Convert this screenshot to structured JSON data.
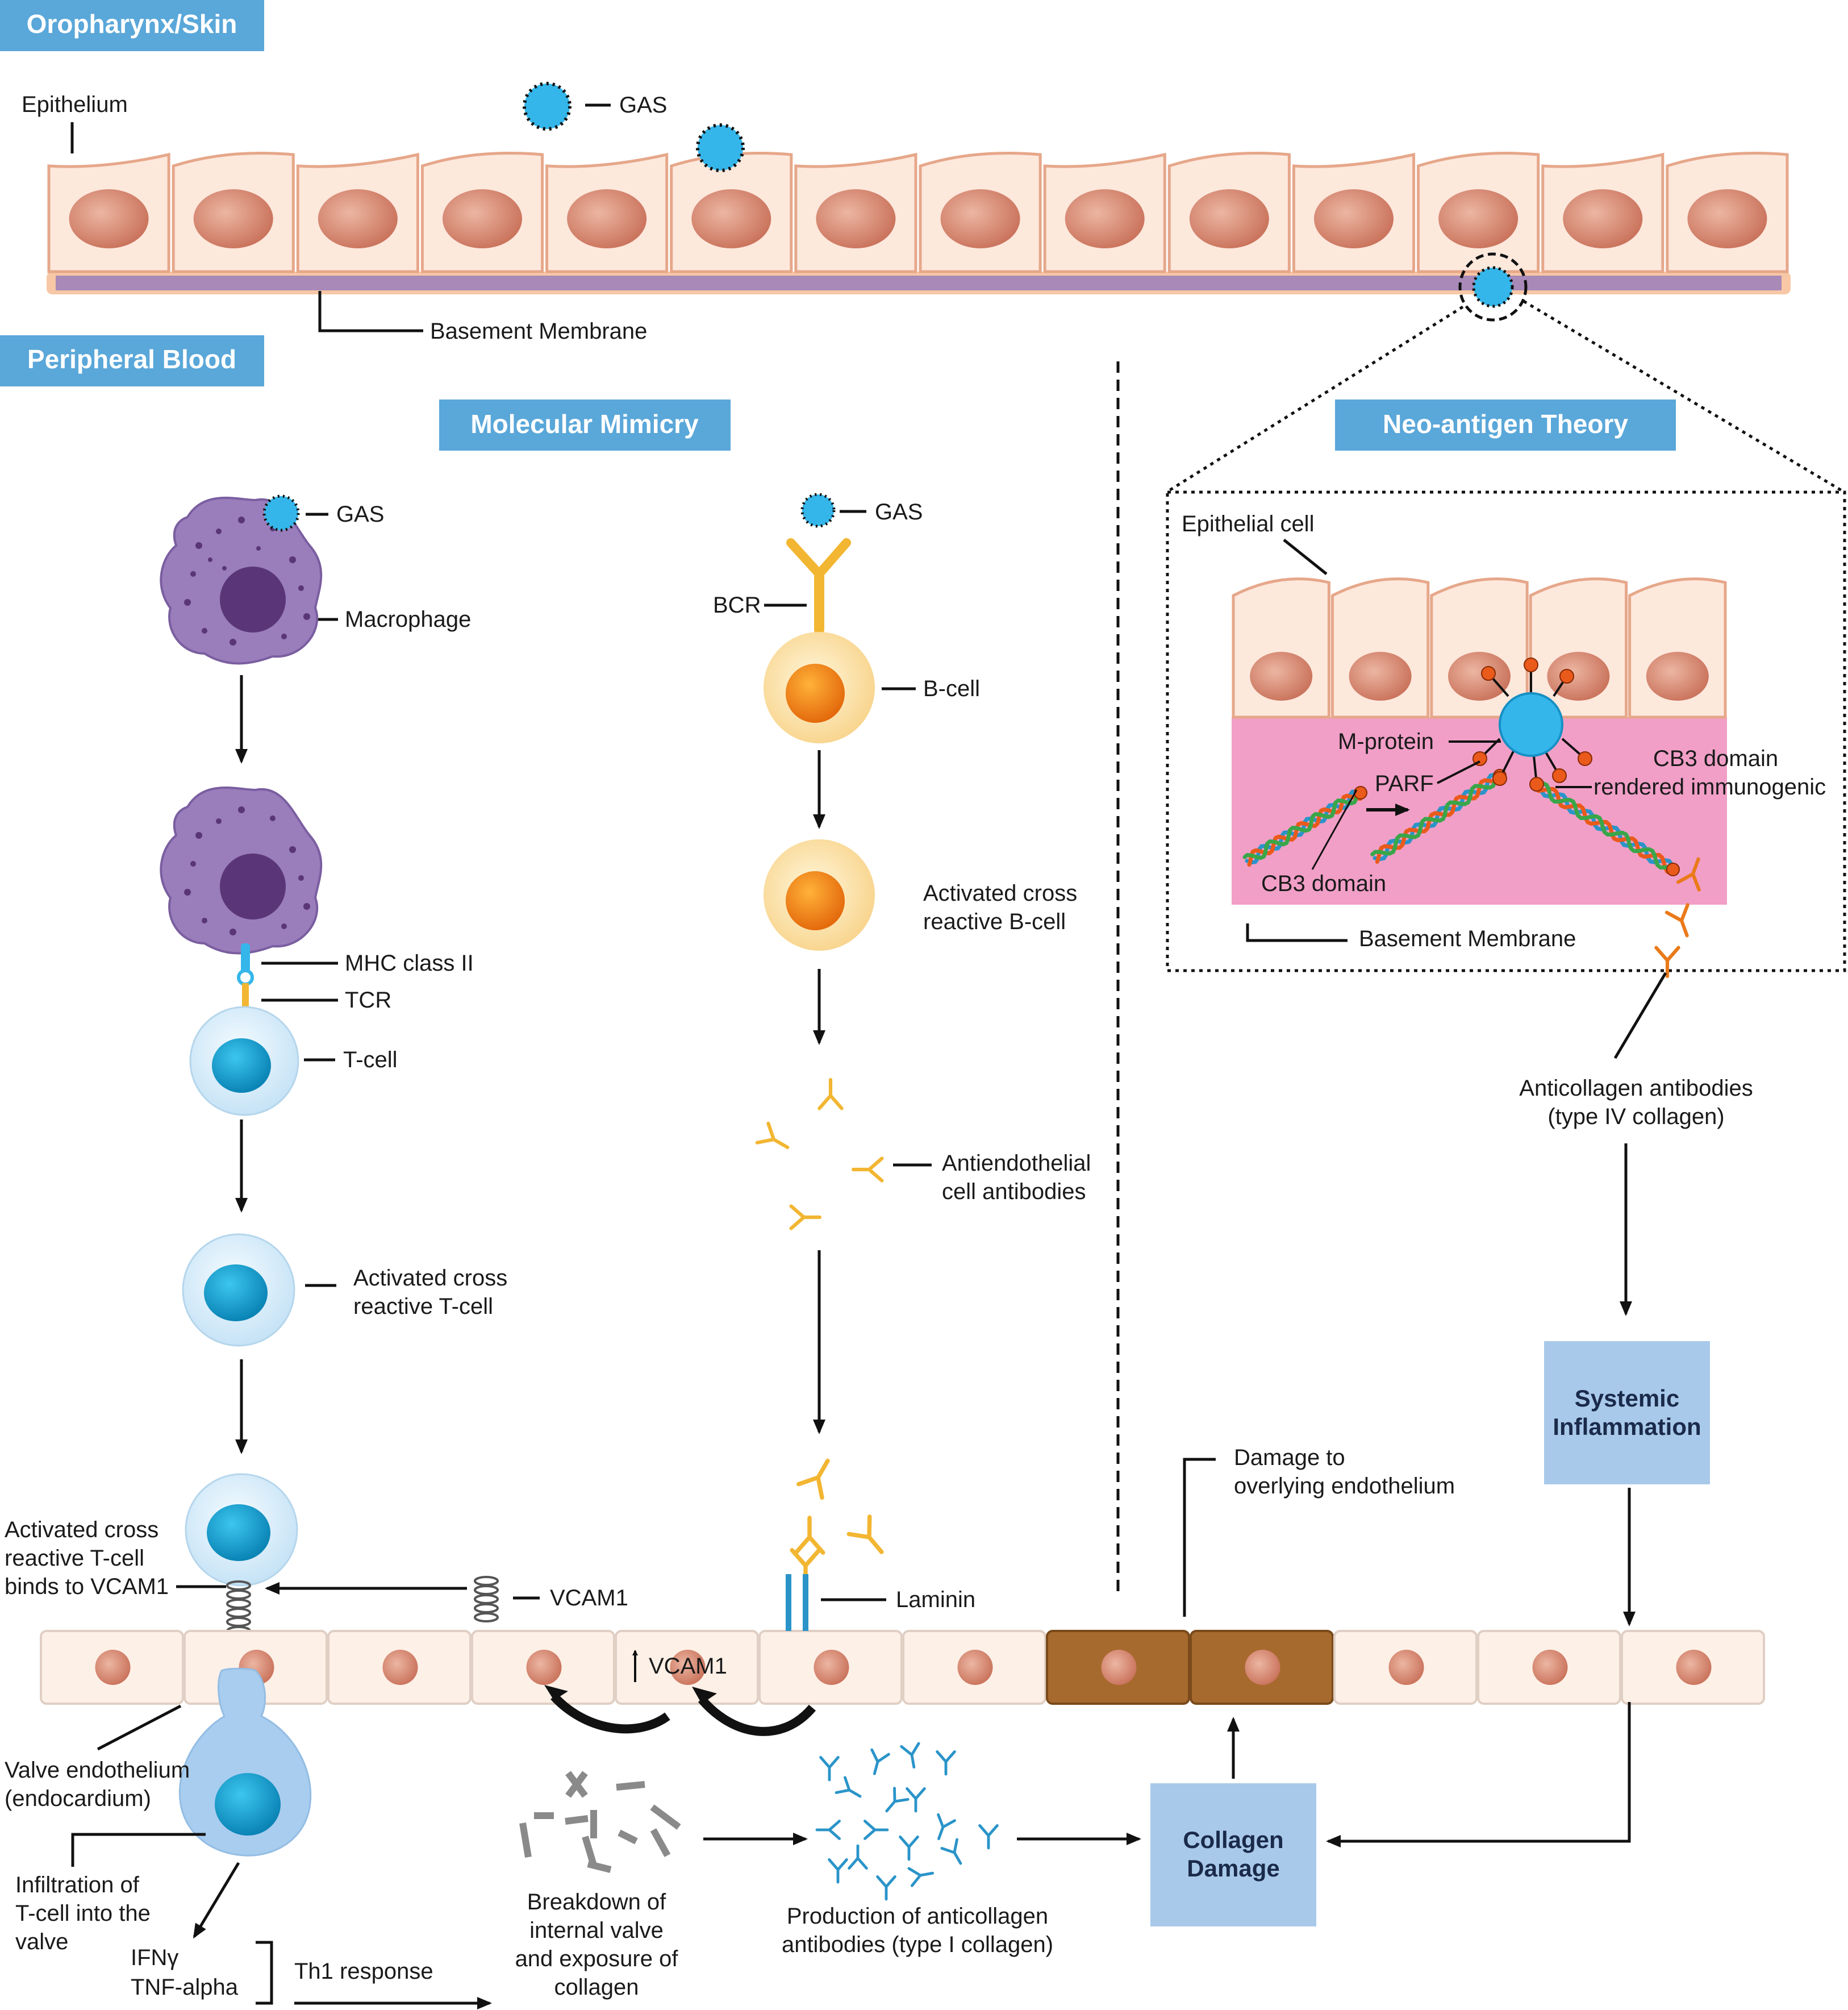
{
  "headers": {
    "oropharynx": "Oropharynx/Skin",
    "peripheral_blood": "Peripheral Blood",
    "molecular_mimicry": "Molecular Mimicry",
    "neo_antigen": "Neo-antigen Theory"
  },
  "top": {
    "epithelium": "Epithelium",
    "gas": "GAS",
    "basement_membrane": "Basement Membrane"
  },
  "left_path": {
    "gas": "GAS",
    "macrophage": "Macrophage",
    "mhc": "MHC class II",
    "tcr": "TCR",
    "tcell": "T-cell",
    "activated_t_1": "Activated cross",
    "activated_t_2": "reactive T-cell",
    "binds_1": "Activated cross",
    "binds_2": "reactive T-cell",
    "binds_3": "binds to VCAM1",
    "vcam1": "VCAM1",
    "vcam1_up": "VCAM1",
    "valve_1": "Valve endothelium",
    "valve_2": "(endocardium)",
    "infil_1": "Infiltration of",
    "infil_2": "T-cell into the",
    "infil_3": "valve",
    "ifn": "IFNγ",
    "tnf": "TNF-alpha",
    "th1": "Th1 response"
  },
  "middle_path": {
    "gas": "GAS",
    "bcr": "BCR",
    "bcell": "B-cell",
    "activated_b_1": "Activated cross",
    "activated_b_2": "reactive B-cell",
    "antiendo_1": "Antiendothelial",
    "antiendo_2": "cell antibodies",
    "laminin": "Laminin",
    "breakdown_1": "Breakdown of",
    "breakdown_2": "internal valve",
    "breakdown_3": "and exposure of",
    "breakdown_4": "collagen",
    "production_1": "Production of anticollagen",
    "production_2": "antibodies (type I collagen)"
  },
  "neo": {
    "epithelial_cell": "Epithelial cell",
    "m_protein": "M-protein",
    "parf": "PARF",
    "cb3_1": "CB3 domain",
    "cb3_2": "rendered immunogenic",
    "cb3_domain": "CB3 domain",
    "basement_membrane": "Basement Membrane",
    "anticollagen_1": "Anticollagen antibodies",
    "anticollagen_2": "(type IV collagen)",
    "systemic_1": "Systemic",
    "systemic_2": "Inflammation",
    "damage_1": "Damage to",
    "damage_2": "overlying endothelium",
    "collagen_1": "Collagen",
    "collagen_2": "Damage"
  },
  "colors": {
    "header_blue": "#5aa7d9",
    "box_blue": "#a9c9ea",
    "gas_blue": "#35b6ea",
    "macrophage_purple": "#9a7dbb",
    "antibody_yellow": "#f2b632",
    "damaged_cell": "#a66a2e",
    "pink_matrix": "#f19fc7"
  }
}
